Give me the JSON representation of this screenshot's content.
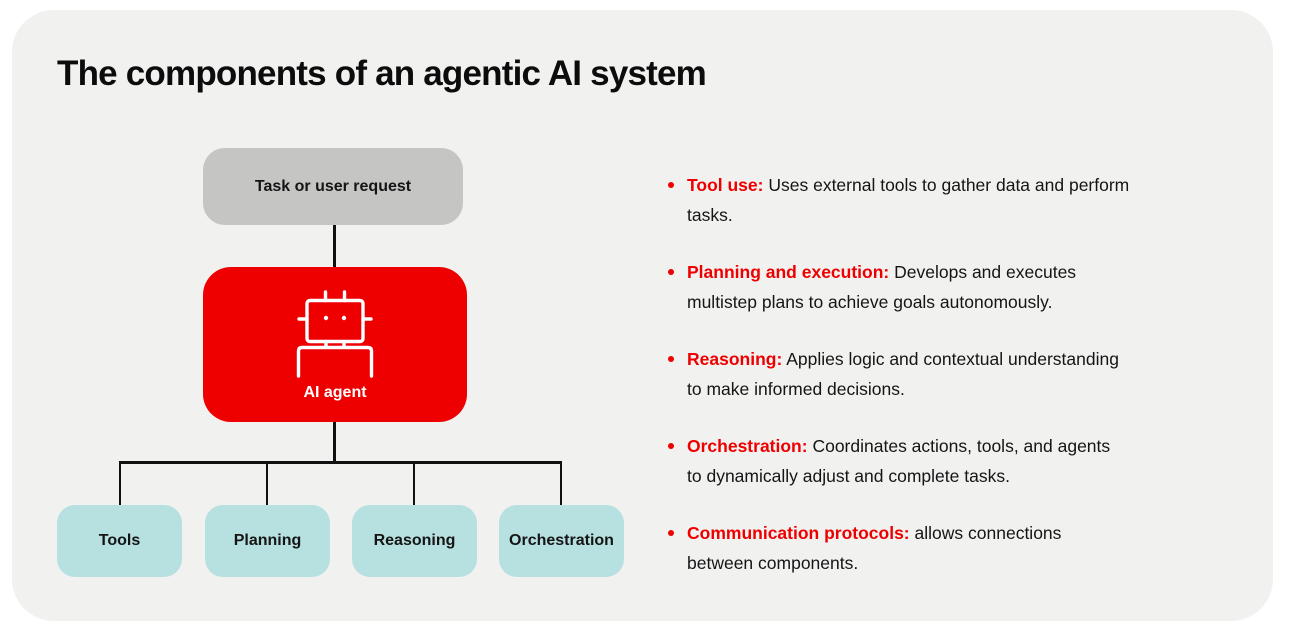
{
  "title": "The components of an agentic AI system",
  "flowchart": {
    "task": {
      "label": "Task or user request"
    },
    "agent": {
      "label": "AI agent",
      "icon": "robot-icon"
    },
    "components": [
      {
        "label": "Tools"
      },
      {
        "label": "Planning"
      },
      {
        "label": "Reasoning"
      },
      {
        "label": "Orchestration"
      }
    ]
  },
  "bullets": [
    {
      "label": "Tool use:",
      "lines": [
        "Uses external tools to gather data and perform",
        "tasks."
      ]
    },
    {
      "label": "Planning and execution:",
      "lines": [
        "Develops and executes",
        "multistep plans to achieve goals autonomously."
      ]
    },
    {
      "label": "Reasoning:",
      "lines": [
        "Applies logic and contextual understanding",
        "to make informed decisions."
      ]
    },
    {
      "label": "Orchestration:",
      "lines": [
        "Coordinates actions, tools, and agents",
        "to dynamically adjust and complete tasks."
      ]
    },
    {
      "label": "Communication protocols:",
      "lines": [
        "allows connections",
        "between components."
      ]
    }
  ],
  "colors": {
    "accent_red": "#ee0000",
    "node_teal": "#b7e0e1",
    "node_gray": "#c5c5c4",
    "card_background": "#f1f1f0",
    "text": "#151515"
  }
}
